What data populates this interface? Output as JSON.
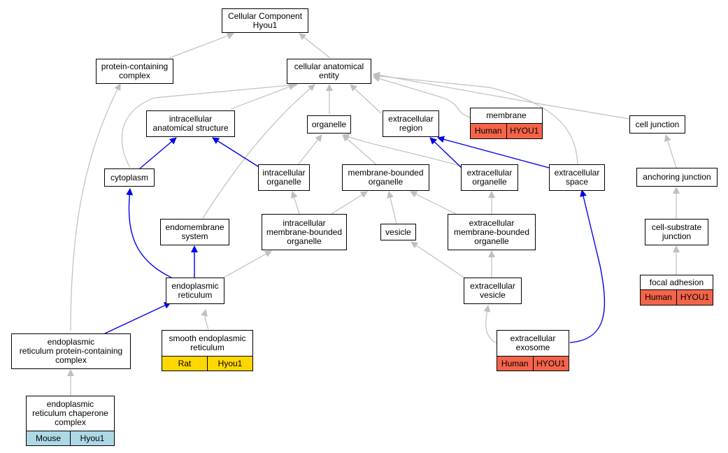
{
  "colors": {
    "blue_edge": "#0000ee",
    "grey_edge": "#bfbfbf",
    "human": "#f4644a",
    "rat": "#ffd700",
    "mouse": "#add8e6"
  },
  "nodes": {
    "root": "Cellular Component\nHyou1",
    "protein_containing_complex": "protein-containing\ncomplex",
    "cellular_anatomical_entity": "cellular anatomical\nentity",
    "intracellular_anatomical_structure": "intracellular\nanatomical structure",
    "organelle": "organelle",
    "extracellular_region": "extracellular\nregion",
    "membrane": "membrane",
    "cell_junction": "cell junction",
    "cytoplasm": "cytoplasm",
    "intracellular_organelle": "intracellular\norganelle",
    "membrane_bounded_organelle": "membrane-bounded\norganelle",
    "extracellular_organelle": "extracellular\norganelle",
    "extracellular_space": "extracellular\nspace",
    "anchoring_junction": "anchoring junction",
    "endomembrane_system": "endomembrane\nsystem",
    "intracellular_mbo": "intracellular\nmembrane-bounded\norganelle",
    "vesicle": "vesicle",
    "extracellular_mbo": "extracellular\nmembrane-bounded\norganelle",
    "cell_substrate_junction": "cell-substrate\njunction",
    "endoplasmic_reticulum": "endoplasmic\nreticulum",
    "extracellular_vesicle": "extracellular\nvesicle",
    "focal_adhesion": "focal adhesion",
    "er_protein_containing_complex": "endoplasmic\nreticulum protein-containing\ncomplex",
    "smooth_er": "smooth endoplasmic\nreticulum",
    "extracellular_exosome": "extracellular\nexosome",
    "er_chaperone_complex": "endoplasmic\nreticulum chaperone\ncomplex"
  },
  "annotations": {
    "membrane": {
      "species": "Human",
      "gene": "HYOU1"
    },
    "focal_adhesion": {
      "species": "Human",
      "gene": "HYOU1"
    },
    "smooth_er": {
      "species": "Rat",
      "gene": "Hyou1"
    },
    "extracellular_exosome": {
      "species": "Human",
      "gene": "HYOU1"
    },
    "er_chaperone_complex": {
      "species": "Mouse",
      "gene": "Hyou1"
    }
  }
}
